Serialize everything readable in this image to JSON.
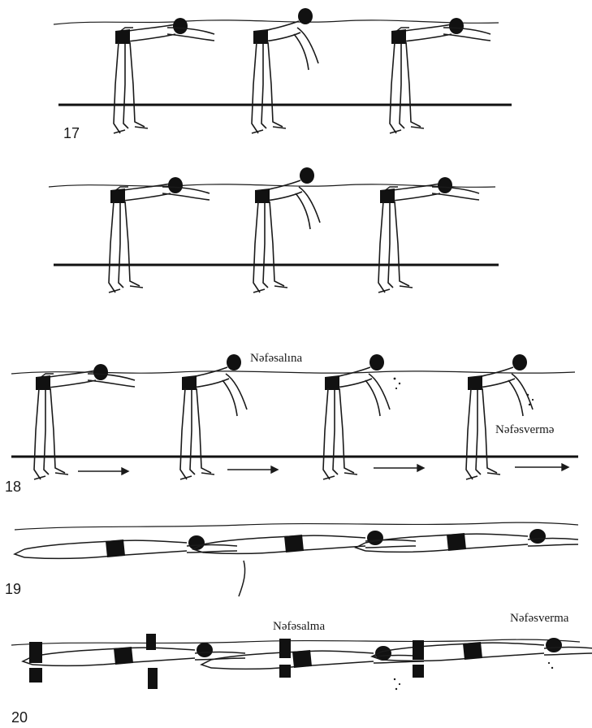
{
  "figures": {
    "fig17": {
      "number": "17"
    },
    "fig18": {
      "number": "18",
      "label_inhale": "Nəfəsalına",
      "label_exhale": "Nəfəsvermə"
    },
    "fig19": {
      "number": "19"
    },
    "fig20": {
      "number": "20",
      "label_inhale": "Nəfəsalma",
      "label_exhale": "Nəfəsverma"
    }
  },
  "colors": {
    "ink": "#1a1a1a",
    "ink_black": "#111111",
    "background": "#ffffff"
  }
}
